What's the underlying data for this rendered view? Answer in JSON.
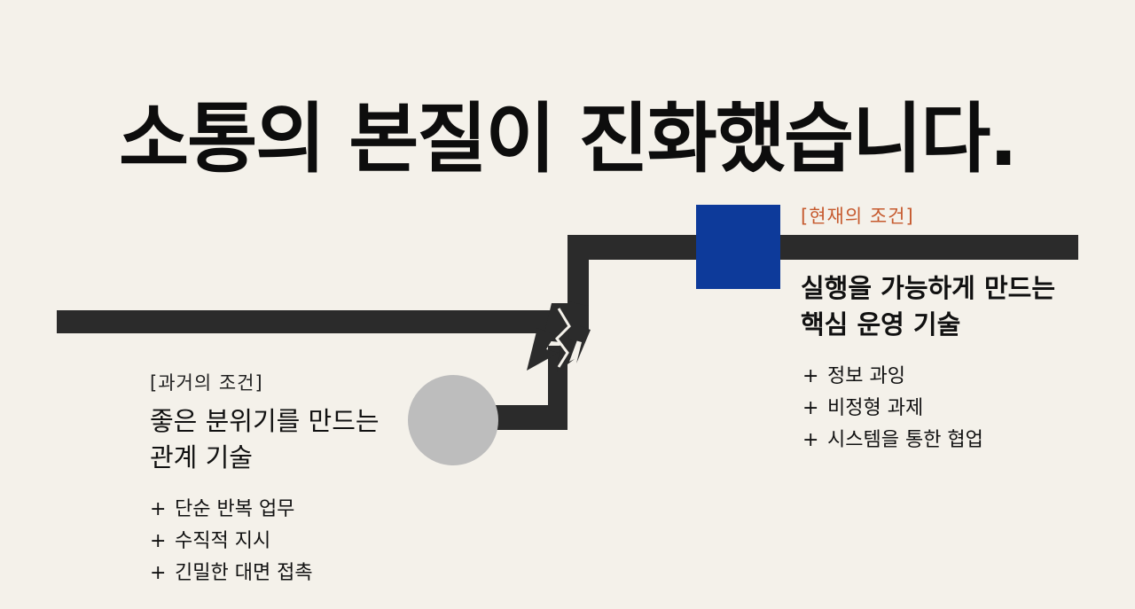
{
  "title": "소통의 본질이 진화했습니다.",
  "colors": {
    "background": "#f4f1ea",
    "line": "#2b2b2b",
    "past_marker": "#bdbdbd",
    "present_marker": "#0d3a9a",
    "present_tag": "#c65a2e"
  },
  "icons": {
    "past_marker": "circle",
    "present_marker": "square",
    "break": "lightning-crack"
  },
  "past": {
    "tag": "[과거의 조건]",
    "heading": [
      "좋은 분위기를 만드는",
      "관계 기술"
    ],
    "items": [
      {
        "bullet": "+",
        "text": "단순 반복 업무"
      },
      {
        "bullet": "+",
        "text": "수직적 지시"
      },
      {
        "bullet": "+",
        "text": "긴밀한 대면 접촉"
      }
    ]
  },
  "present": {
    "tag": "[현재의 조건]",
    "heading": [
      "실행을 가능하게 만드는",
      "핵심 운영 기술"
    ],
    "items": [
      {
        "bullet": "+",
        "text": "정보 과잉"
      },
      {
        "bullet": "+",
        "text": "비정형 과제"
      },
      {
        "bullet": "+",
        "text": "시스템을 통한 협업"
      }
    ]
  }
}
